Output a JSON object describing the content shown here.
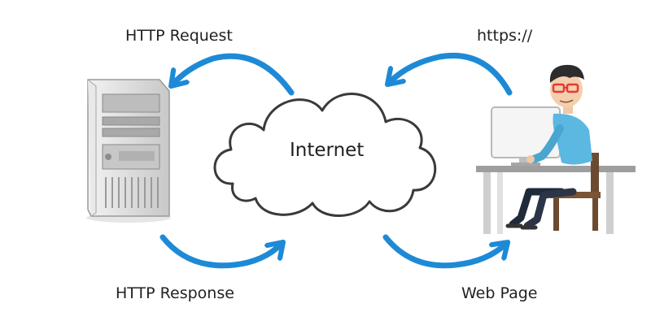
{
  "labels": {
    "http_request": "HTTP Request",
    "https": "https://",
    "internet": "Internet",
    "http_response": "HTTP Response",
    "web_page": "Web Page"
  },
  "colors": {
    "arrow": "#1e8ad6",
    "server_body": "#d9d9d9",
    "cloud_stroke": "#3a3a3a",
    "shirt": "#5bb8e0",
    "chair": "#6b4a2f"
  },
  "icons": [
    "server-icon",
    "cloud-icon",
    "user-at-computer-icon"
  ]
}
